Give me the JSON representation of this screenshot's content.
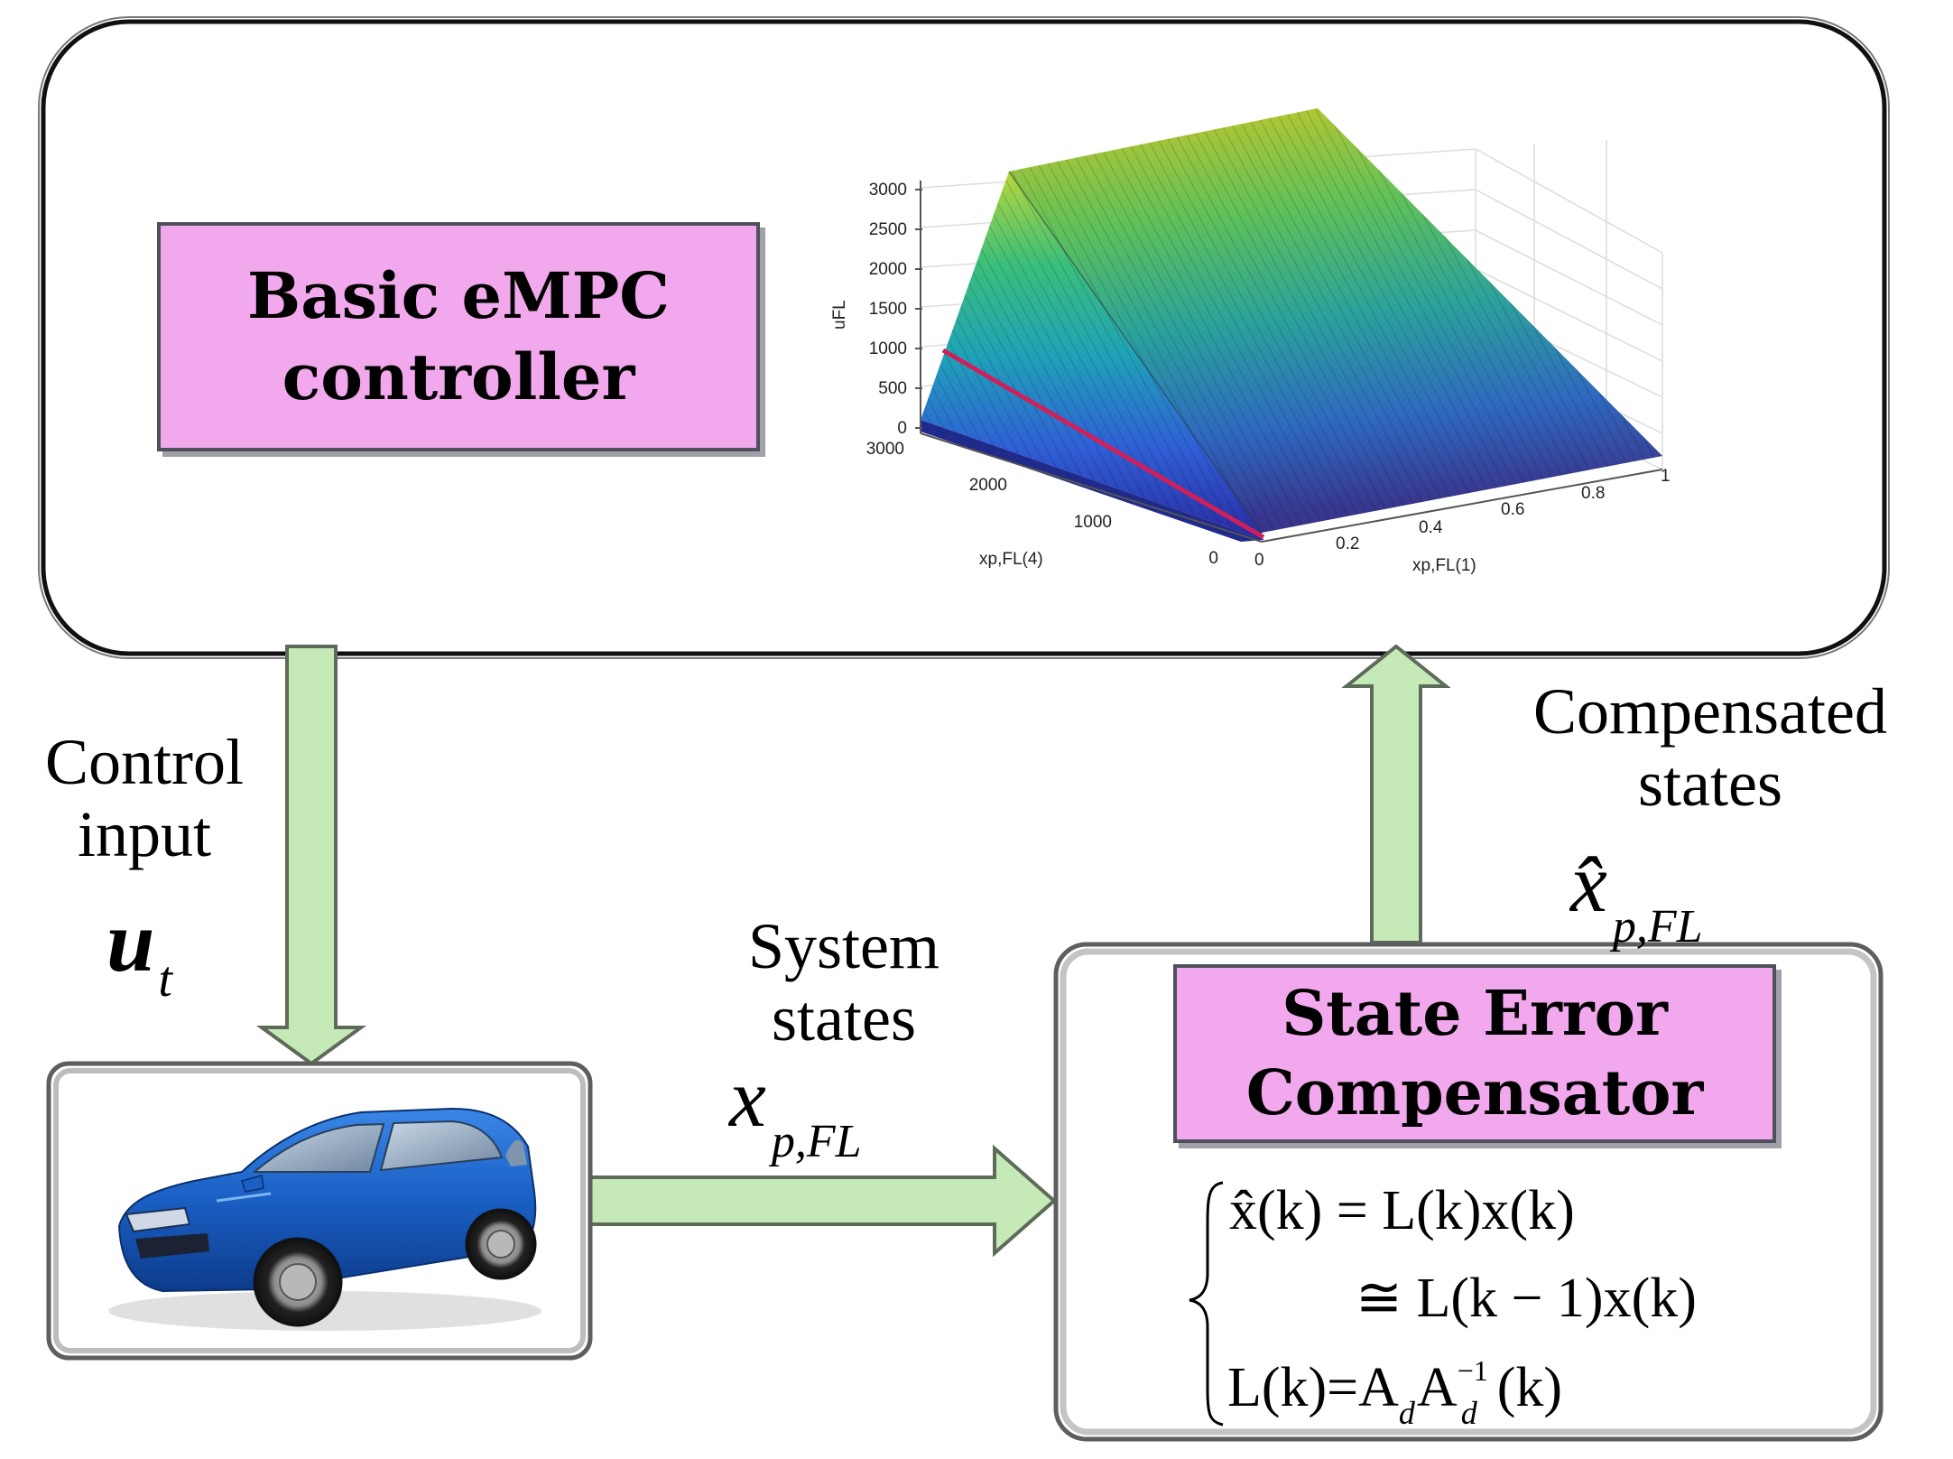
{
  "controller": {
    "line1": "Basic eMPC",
    "line2": "controller"
  },
  "compensator": {
    "line1": "State Error",
    "line2": "Compensator"
  },
  "control_input": {
    "line1": "Control",
    "line2": "input",
    "symbol": "u",
    "subscript": "t"
  },
  "system_states": {
    "line1": "System",
    "line2": "states",
    "symbol": "x",
    "subscript": "p,FL"
  },
  "compensated_states": {
    "line1": "Compensated",
    "line2": "states",
    "symbol": "x̂",
    "subscript": "p,FL"
  },
  "equations": {
    "eq1": "x̂(k) = L(k)x(k)",
    "eq2": "≅ L(k − 1)x(k)",
    "eq3_lhs": "L(k)=A",
    "eq3_sub1": "d",
    "eq3_mid": "A",
    "eq3_sup": "−1",
    "eq3_sub2": "d",
    "eq3_rhs": "(k)"
  },
  "plot": {
    "zlabel": "uFL",
    "xlabel_left": "xp,FL(4)",
    "xlabel_right": "xp,FL(1)",
    "z_ticks": [
      "3000",
      "2500",
      "2000",
      "1500",
      "1000",
      "500",
      "0"
    ],
    "left_ticks": [
      "3000",
      "2000",
      "1000",
      "0"
    ],
    "right_ticks": [
      "0",
      "0.2",
      "0.4",
      "0.6",
      "0.8",
      "1"
    ]
  },
  "colors": {
    "arrow_fill": "#c5eab8",
    "arrow_stroke": "#5f6b5a",
    "box_fill": "#f2a8ec",
    "highlight_line": "#d0205a"
  },
  "icons": {
    "vehicle": "blue-hatchback-car-icon"
  }
}
